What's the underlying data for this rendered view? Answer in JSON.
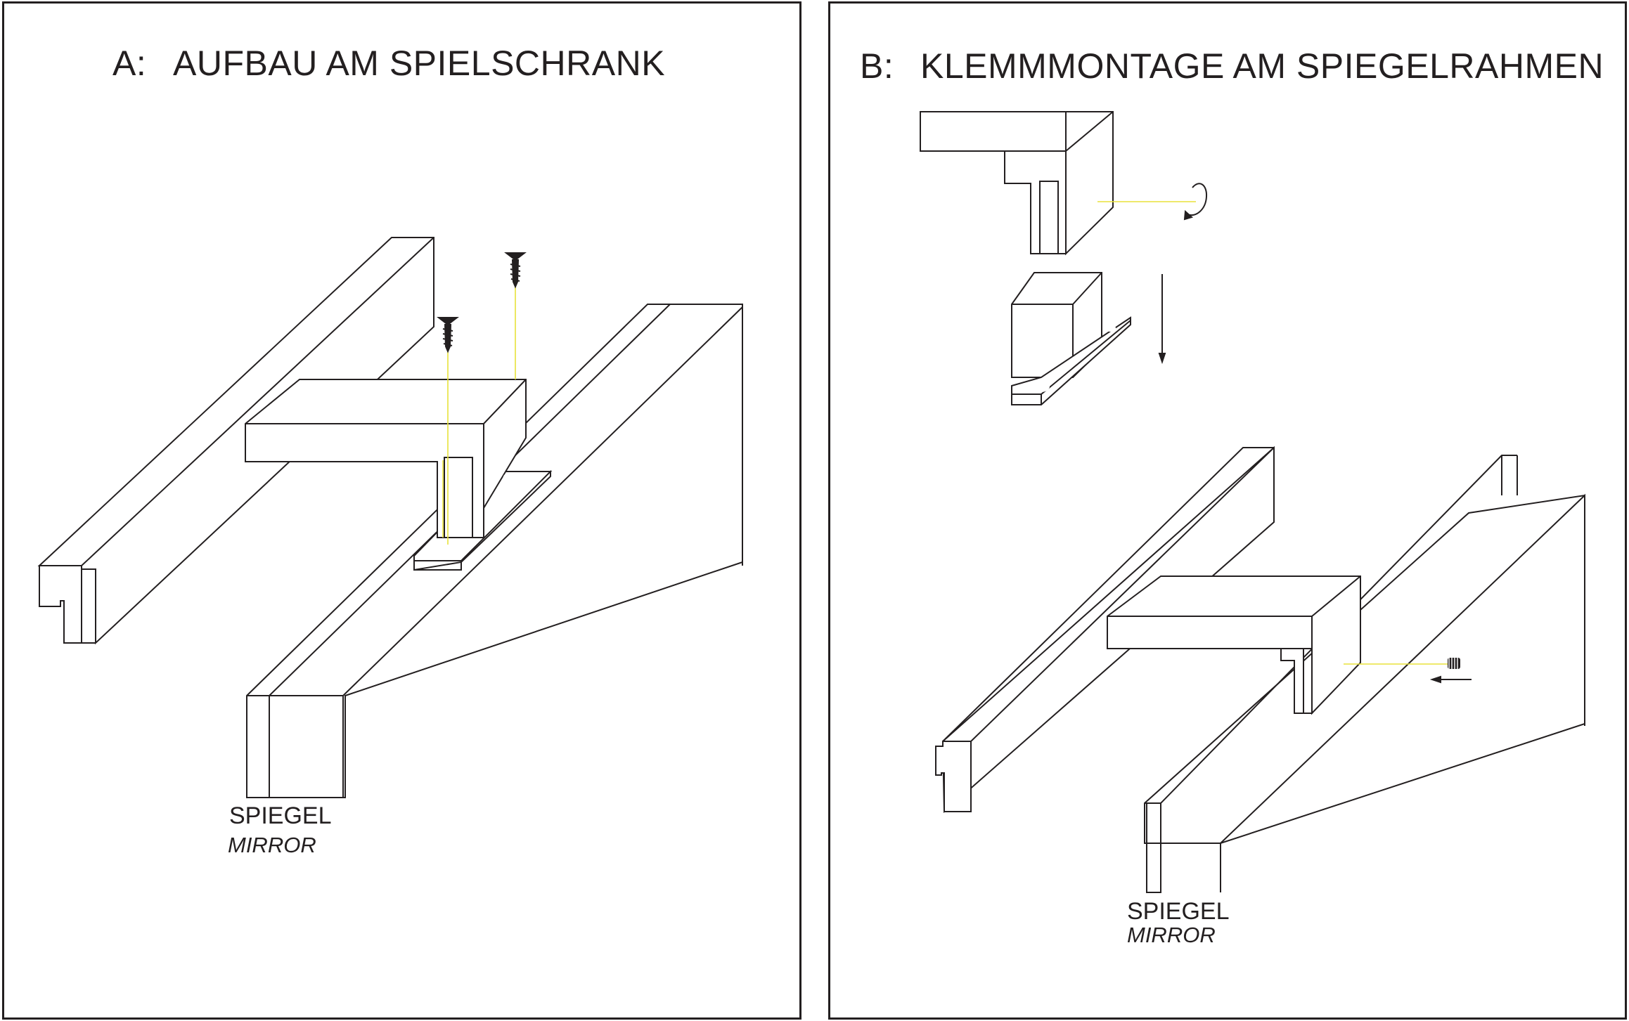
{
  "panel_a": {
    "letter": "A:",
    "title": "AUFBAU AM SPIELSCHRANK",
    "mirror_label": "SPIEGEL",
    "mirror_label_en": "MIRROR"
  },
  "panel_b": {
    "letter": "B:",
    "title": "KLEMMMONTAGE AM SPIEGELRAHMEN",
    "mirror_label": "SPIEGEL",
    "mirror_label_en": "MIRROR"
  },
  "colors": {
    "line": "#231f20",
    "guide": "#e8e23a",
    "background": "#ffffff"
  }
}
